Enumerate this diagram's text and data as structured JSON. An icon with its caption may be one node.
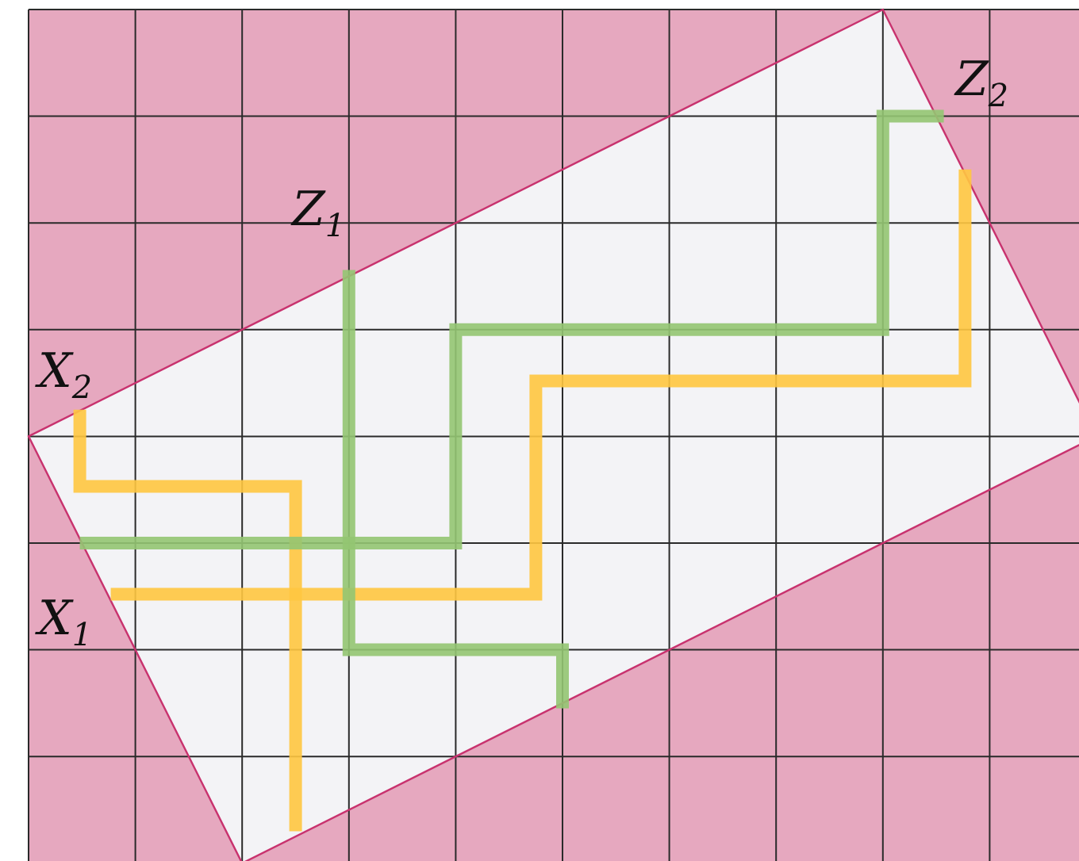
{
  "diagram": {
    "labels": [
      "Z$_{2}$",
      "Z$_{1}$",
      "X$_{2}$",
      "X$_{1}$"
    ]
  }
}
